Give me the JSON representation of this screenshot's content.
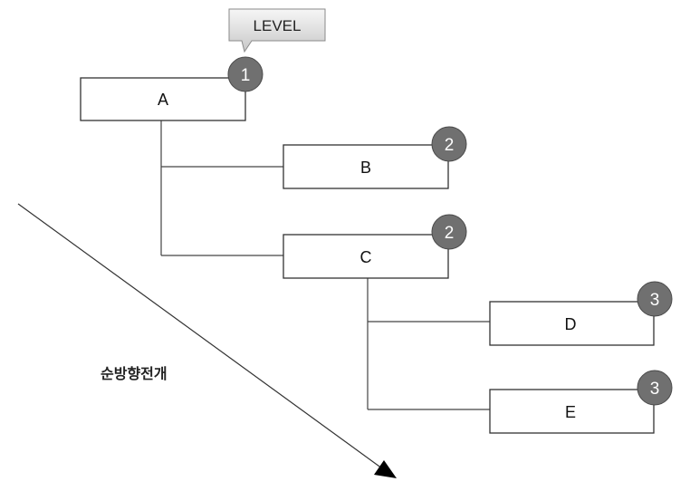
{
  "callout": {
    "label": "LEVEL"
  },
  "nodes": [
    {
      "id": "a",
      "label": "A",
      "level": "1"
    },
    {
      "id": "b",
      "label": "B",
      "level": "2"
    },
    {
      "id": "c",
      "label": "C",
      "level": "2"
    },
    {
      "id": "d",
      "label": "D",
      "level": "3"
    },
    {
      "id": "e",
      "label": "E",
      "level": "3"
    }
  ],
  "direction": {
    "label": "순방향전개"
  },
  "colors": {
    "badge": "#707070",
    "line": "#444444",
    "arrow_head": "#000000"
  }
}
